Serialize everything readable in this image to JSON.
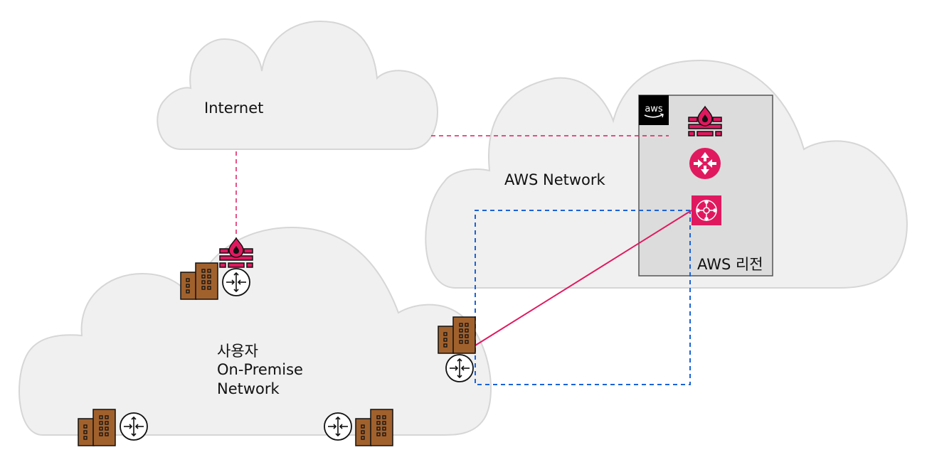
{
  "diagram": {
    "clouds": {
      "internet": {
        "label": "Internet"
      },
      "aws_network": {
        "label": "AWS Network"
      },
      "on_premise": {
        "label_lines": [
          "사용자",
          "On-Premise",
          "Network"
        ]
      }
    },
    "aws_region": {
      "label": "AWS 리전",
      "logo_text": "aws",
      "services": [
        "network-firewall",
        "transit-gateway-router",
        "direct-connect-gateway"
      ]
    },
    "sites": [
      {
        "name": "hq-site",
        "icons": [
          "firewall",
          "building",
          "router"
        ]
      },
      {
        "name": "branch-site-right",
        "icons": [
          "building",
          "router"
        ]
      },
      {
        "name": "branch-site-bottom-left",
        "icons": [
          "building",
          "router"
        ]
      },
      {
        "name": "branch-site-bottom-center",
        "icons": [
          "router",
          "building"
        ]
      }
    ],
    "connections": [
      {
        "from": "internet",
        "to": "aws-region",
        "style": "dashed",
        "color": "#e0195f"
      },
      {
        "from": "internet",
        "to": "hq-firewall",
        "style": "dashed",
        "color": "#e0195f"
      },
      {
        "from": "branch-site-right",
        "to": "direct-connect-gateway",
        "style": "solid",
        "color": "#e0195f"
      },
      {
        "from": "branch-site-right",
        "to": "direct-connect-gateway",
        "style": "dashed-loop",
        "color": "#1a63d8"
      }
    ],
    "colors": {
      "accent": "#e0195f",
      "vpn_link": "#1a63d8",
      "building": "#a1612d",
      "cloud_fill": "#f0f0f0",
      "region_fill": "#dcdcdc"
    }
  }
}
